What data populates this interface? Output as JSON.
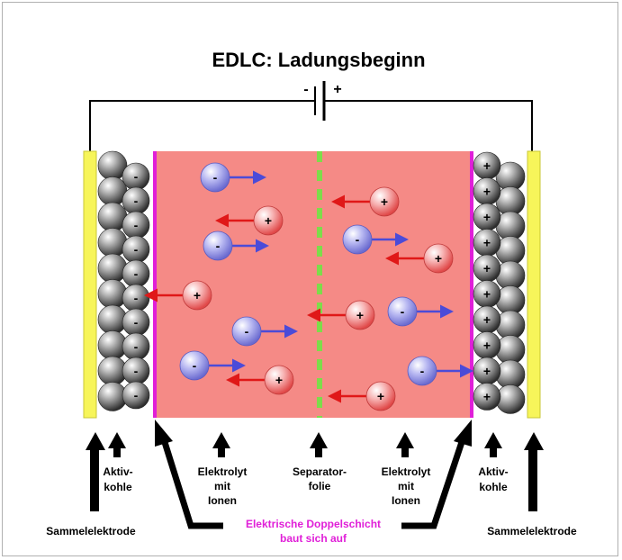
{
  "title": "EDLC: Ladungsbeginn",
  "battery": {
    "minus": "-",
    "plus": "+"
  },
  "labels": {
    "left_collector": "Sammelelektrode",
    "right_collector": "Sammelelektrode",
    "left_carbon_1": "Aktiv-",
    "left_carbon_2": "kohle",
    "right_carbon_1": "Aktiv-",
    "right_carbon_2": "kohle",
    "left_electrolyte_1": "Elektrolyt",
    "left_electrolyte_2": "mit",
    "left_electrolyte_3": "Ionen",
    "separator_1": "Separator-",
    "separator_2": "folie",
    "right_electrolyte_1": "Elektrolyt",
    "right_electrolyte_2": "mit",
    "right_electrolyte_3": "Ionen",
    "double_layer_1": "Elektrische Doppelschicht",
    "double_layer_2": "baut sich auf"
  },
  "signs": {
    "anion": "-",
    "cation": "+"
  },
  "colors": {
    "electrolyte": "#f58a86",
    "collector": "#f7f55a",
    "double_layer": "#e01fd8",
    "separator": "#7ddc4a",
    "anion_arrow": "#4b4bd8",
    "cation_arrow": "#e01818",
    "highlight_text": "#e01fd8"
  }
}
